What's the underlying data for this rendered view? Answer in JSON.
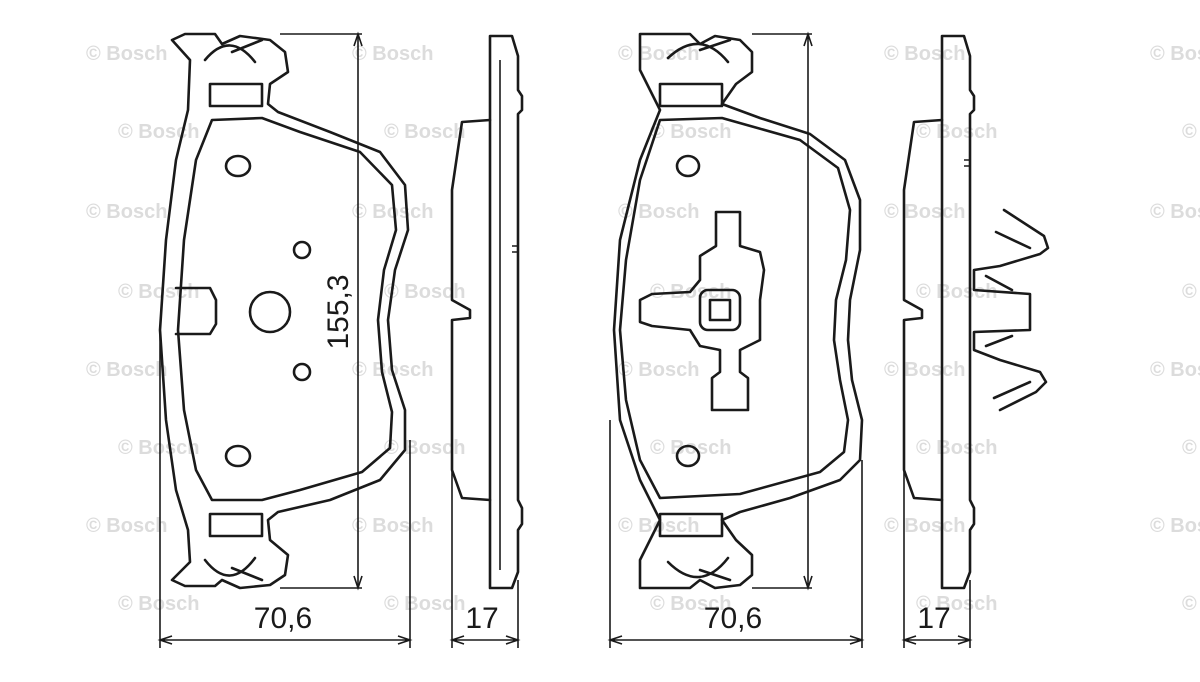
{
  "watermark_text": "© Bosch",
  "dimensions": {
    "width_front": "70,6",
    "thickness_front": "17",
    "height": "155,3",
    "width_back": "70,6",
    "thickness_back": "17"
  },
  "colors": {
    "line": "#1a1a1a",
    "watermark": "#dcdcdc",
    "background": "#ffffff"
  }
}
